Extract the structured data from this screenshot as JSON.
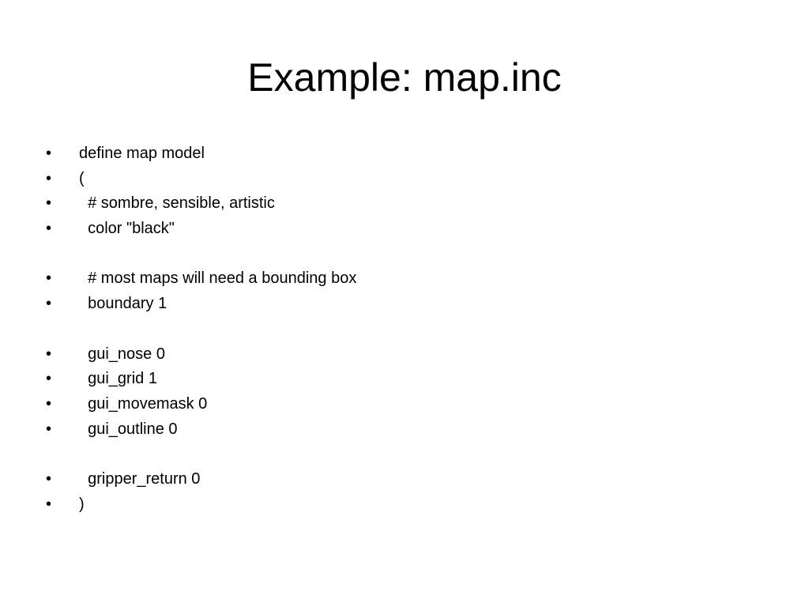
{
  "slide": {
    "title": "Example: map.inc",
    "bullet_char": "•",
    "lines": [
      "define map model",
      "(",
      "  # sombre, sensible, artistic",
      "  color \"black\"",
      "",
      "  # most maps will need a bounding box",
      "  boundary 1",
      "",
      "  gui_nose 0",
      "  gui_grid 1",
      "  gui_movemask 0",
      "  gui_outline 0",
      "",
      "  gripper_return 0",
      ")"
    ]
  }
}
